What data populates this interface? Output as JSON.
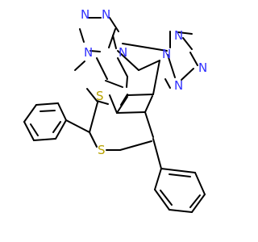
{
  "structure": {
    "atom_labels": {
      "n_a": "N",
      "n_b": "N",
      "n_c": "N",
      "n_d": "N",
      "n_e": "N",
      "n_f": "N",
      "n_g": "N",
      "n_h": "N",
      "s_thiophene": "S",
      "s_thiopyran": "S"
    },
    "colors": {
      "nitrogen": "#3030ff",
      "sulfur": "#b8a200",
      "bond": "#000000"
    }
  }
}
